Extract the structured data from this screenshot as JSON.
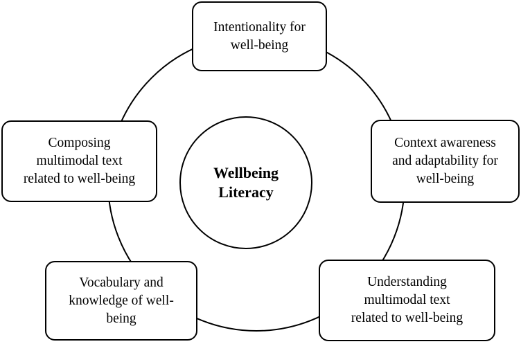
{
  "center": {
    "label": "Wellbeing\nLiteracy"
  },
  "nodes": [
    {
      "label": "Intentionality for\nwell-being"
    },
    {
      "label": "Context awareness\nand adaptability for\nwell-being"
    },
    {
      "label": "Understanding\nmultimodal text\nrelated to well-being"
    },
    {
      "label": "Vocabulary and\nknowledge of well-\nbeing"
    },
    {
      "label": "Composing\nmultimodal text\nrelated to well-being"
    }
  ]
}
